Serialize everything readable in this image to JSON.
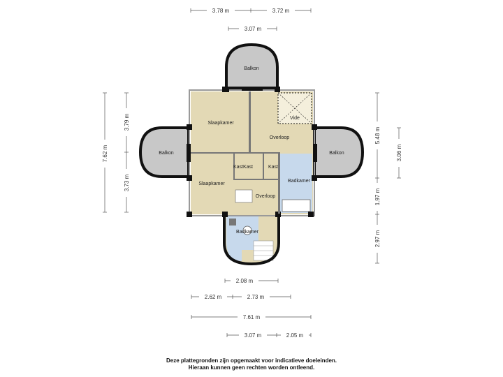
{
  "colors": {
    "room_fill": "#e3d9b5",
    "bath_fill": "#c7d9ec",
    "balcony_fill": "#c8c8c8",
    "wall": "#111111"
  },
  "rooms": {
    "slaapkamer_1": "Slaapkamer",
    "slaapkamer_2": "Slaapkamer",
    "overloop_1": "Overloop",
    "overloop_2": "Overloop",
    "vide": "Vide",
    "badkamer_1": "Badkamer",
    "badkamer_2": "Badkamer",
    "kast_1": "Kast",
    "kast_2": "Kast",
    "kast_3": "Kast",
    "balkon_top": "Balkon",
    "balkon_left": "Balkon",
    "balkon_right": "Balkon"
  },
  "dimensions": {
    "top_1": "3.78 m",
    "top_2": "3.72 m",
    "top_3": "3.07 m",
    "left_total": "7.62 m",
    "left_upper": "3.79 m",
    "left_lower": "3.73 m",
    "right_1": "5.48 m",
    "right_2": "3.06 m",
    "right_3": "1.97 m",
    "right_4": "2.97 m",
    "bottom_1": "2.08 m",
    "bottom_2a": "2.62 m",
    "bottom_2b": "2.73 m",
    "bottom_3": "7.61 m",
    "bottom_4a": "3.07 m",
    "bottom_4b": "2.05 m"
  },
  "disclaimer": {
    "line1": "Deze plattegronden zijn opgemaakt voor indicatieve doeleinden.",
    "line2": "Hieraan kunnen geen rechten worden ontleend."
  }
}
